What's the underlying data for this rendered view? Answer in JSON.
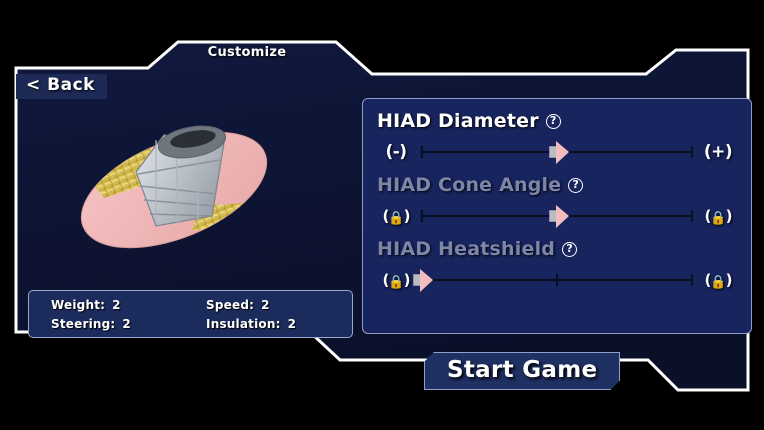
{
  "window": {
    "title": "Customize"
  },
  "nav": {
    "back_label": "< Back"
  },
  "craft": {
    "name": "hiad-spacecraft-preview",
    "shield_color": "#f0b6b6",
    "blanket_color": "#d8bc4a",
    "body_color": "#c7ccd2"
  },
  "stats": {
    "rows": [
      [
        {
          "label": "Weight:",
          "value": "2"
        },
        {
          "label": "Speed:",
          "value": "2"
        }
      ],
      [
        {
          "label": "Steering:",
          "value": "2"
        },
        {
          "label": "Insulation:",
          "value": "2"
        }
      ]
    ]
  },
  "options": [
    {
      "id": "hiad-diameter",
      "title": "HIAD Diameter",
      "help": "?",
      "locked": false,
      "left_label": "(-)",
      "right_label": "(+)",
      "value_percent": 50,
      "show_center_tick": false
    },
    {
      "id": "hiad-cone-angle",
      "title": "HIAD Cone Angle",
      "help": "?",
      "locked": true,
      "left_label": "(\u0001)",
      "right_label": "(\u0001)",
      "lock_glyph": "🔒",
      "value_percent": 50,
      "show_center_tick": false
    },
    {
      "id": "hiad-heatshield",
      "title": "HIAD Heatshield",
      "help": "?",
      "locked": true,
      "left_label": "(\u0001)",
      "right_label": "(\u0001)",
      "lock_glyph": "🔒",
      "value_percent": 0,
      "show_center_tick": true
    }
  ],
  "actions": {
    "start_game_label": "Start Game"
  },
  "colors": {
    "background": "#0e1535",
    "panel": "#17245e",
    "panel_border": "#8e9cc6",
    "frame_outline": "#ffffff",
    "accent_pink": "#f2bdbd",
    "text": "#ffffff",
    "text_disabled": "#7b86a8",
    "stats_fill": "#1b2b5c"
  }
}
